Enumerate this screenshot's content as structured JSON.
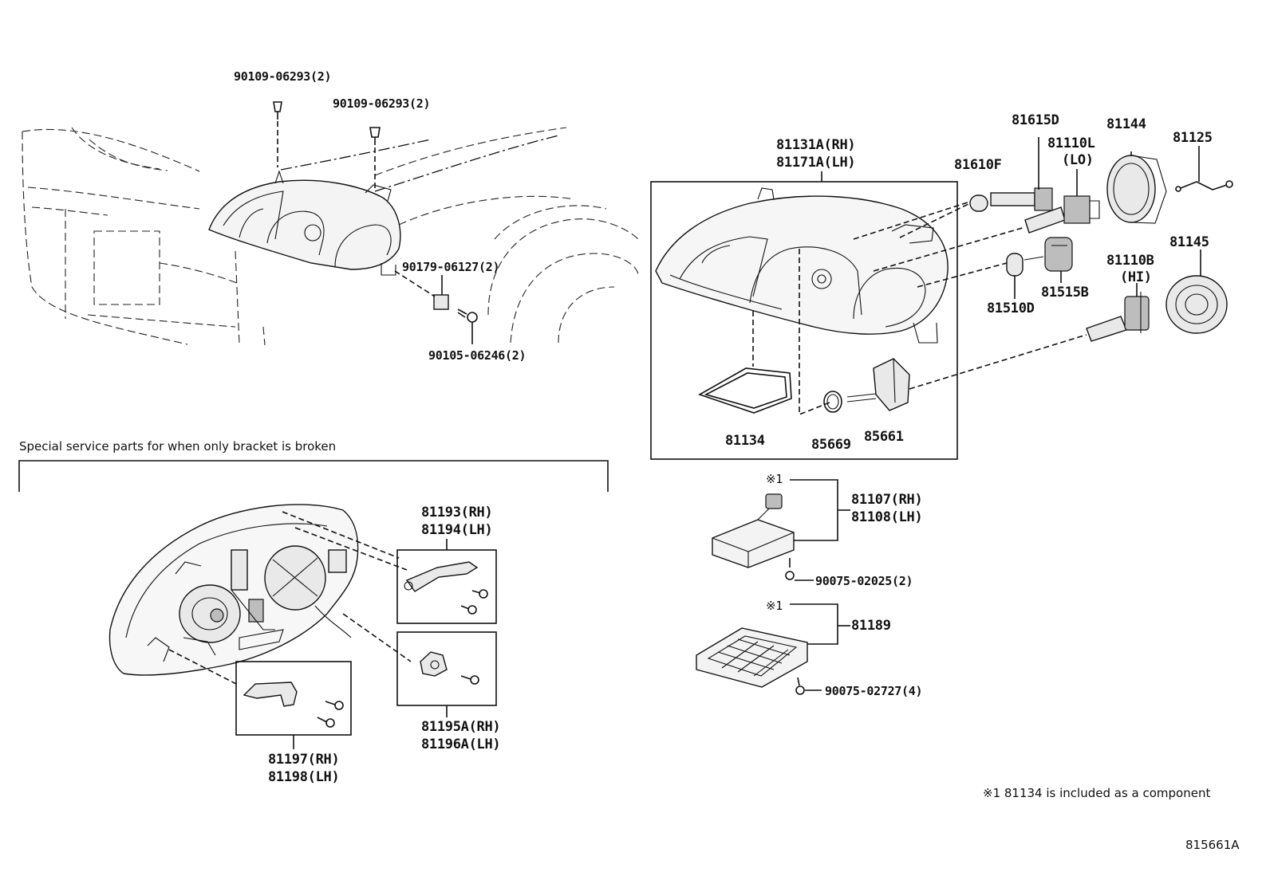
{
  "diagram": {
    "labels": {
      "p_90109_a": "90109-06293(2)",
      "p_90109_b": "90109-06293(2)",
      "p_90179": "90179-06127(2)",
      "p_90105": "90105-06246(2)",
      "p_81131": "81131A(RH)",
      "p_81171": "81171A(LH)",
      "p_81615d": "81615D",
      "p_81144": "81144",
      "p_81125": "81125",
      "p_81110l": "81110L",
      "p_lo": "(LO)",
      "p_81610f": "81610F",
      "p_81145": "81145",
      "p_81110b": "81110B",
      "p_hi": "(HI)",
      "p_81515b": "81515B",
      "p_81510d": "81510D",
      "p_81134": "81134",
      "p_85669": "85669",
      "p_85661": "85661",
      "p_mark1_a": "※1",
      "p_81107": "81107(RH)",
      "p_81108": "81108(LH)",
      "p_90075_a": "90075-02025(2)",
      "p_mark1_b": "※1",
      "p_81189": "81189",
      "p_90075_b": "90075-02727(4)",
      "p_81193": "81193(RH)",
      "p_81194": "81194(LH)",
      "p_81195a": "81195A(RH)",
      "p_81196a": "81196A(LH)",
      "p_81197": "81197(RH)",
      "p_81198": "81198(LH)"
    },
    "special_service_note": "Special service parts for when only bracket is broken",
    "footnote": "※1 81134 is included as a component",
    "figure_code": "815661A"
  }
}
